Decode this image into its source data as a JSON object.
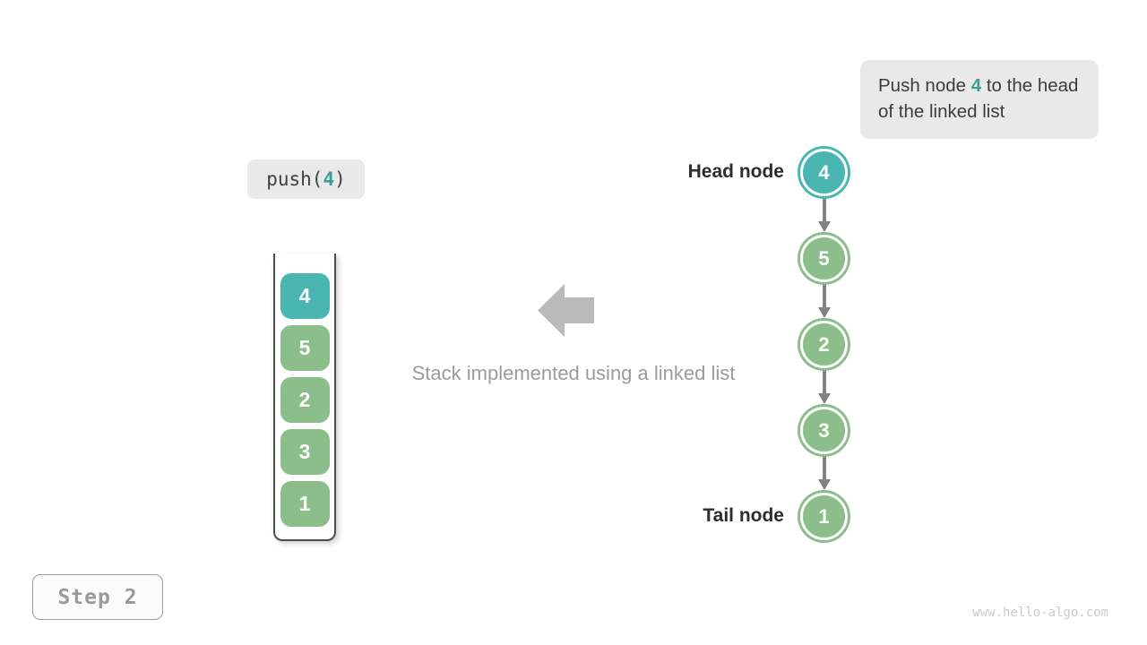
{
  "colors": {
    "teal": "#4BB6B1",
    "green": "#8BBE8A",
    "teal_text": "#3C9C97",
    "arrow_gray": "#838383",
    "big_arrow_gray": "#BABABA"
  },
  "hint_box": {
    "prefix": "Push node ",
    "value": "4",
    "suffix": " to the head of the linked list"
  },
  "operation_box": {
    "prefix": "push(",
    "value": "4",
    "suffix": ")"
  },
  "stack_panel": {
    "items": [
      {
        "value": "4",
        "type": "new"
      },
      {
        "value": "5",
        "type": "old"
      },
      {
        "value": "2",
        "type": "old"
      },
      {
        "value": "3",
        "type": "old"
      },
      {
        "value": "1",
        "type": "old"
      }
    ]
  },
  "caption": "Stack implemented using a linked list",
  "linked_list": {
    "head_label": "Head node",
    "tail_label": "Tail node",
    "nodes": [
      {
        "value": "4",
        "type": "new"
      },
      {
        "value": "5",
        "type": "old"
      },
      {
        "value": "2",
        "type": "old"
      },
      {
        "value": "3",
        "type": "old"
      },
      {
        "value": "1",
        "type": "old"
      }
    ]
  },
  "step_box": {
    "label": "Step 2"
  },
  "watermark": "www.hello-algo.com"
}
